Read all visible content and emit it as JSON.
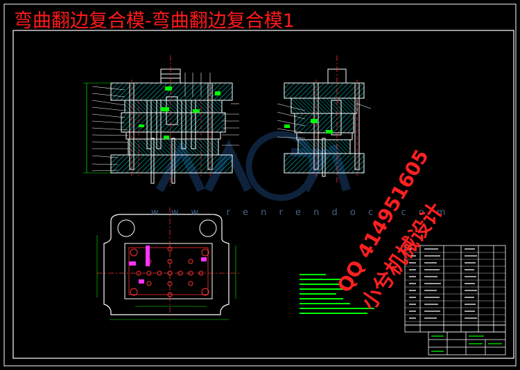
{
  "title": "弯曲翻边复合模-弯曲翻边复合模1",
  "watermark": {
    "site": "w w w . r e n r e n d o c . c o m",
    "qq": "QQ 414951605",
    "name": "小兮机械设计"
  },
  "colors": {
    "background": "#000000",
    "title": "#ff1a1a",
    "outline": "#ffffff",
    "hatch": "#00b4b4",
    "center": "#ff3333",
    "dimension": "#00ff00",
    "leader": "#ffffff",
    "watermark_logo": "#1a3f6e"
  }
}
